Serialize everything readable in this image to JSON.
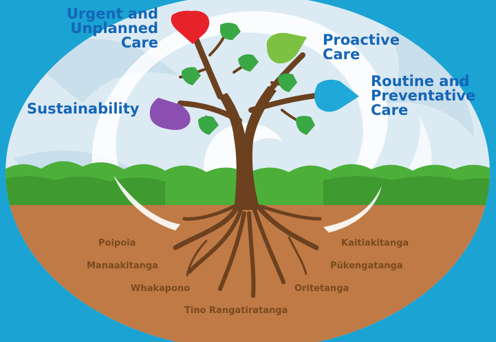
{
  "colors": {
    "background": "#1aa3d3",
    "sky": "#dcebf3",
    "swirl": "#ffffff",
    "grass": "#4caf3a",
    "soil": "#c07a45",
    "trunk": "#6b4120",
    "branch_label": "#1565b8",
    "root_label": "#7a4a1e"
  },
  "branch_labels": {
    "urgent": [
      "Urgent and",
      "Unplanned",
      "Care"
    ],
    "proactive": [
      "Proactive",
      "Care"
    ],
    "routine": [
      "Routine and",
      "Preventative",
      "Care"
    ],
    "sustainability": "Sustainability"
  },
  "leaf_colors": {
    "urgent": "#e8222a",
    "proactive": "#7dc142",
    "routine": "#1fa8d8",
    "sustainability": "#8a4fb0",
    "small": "#3aa845"
  },
  "root_labels": {
    "poipoia": "Poipoia",
    "manaakitanga": "Manaakitanga",
    "whakapono": "Whakapono",
    "tino_rangatiratanga": "Tino Rangatiratanga",
    "oritetanga": "Oritetanga",
    "pukengatanga": "Pūkengatanga",
    "kaitiakitanga": "Kaitiakitanga"
  }
}
